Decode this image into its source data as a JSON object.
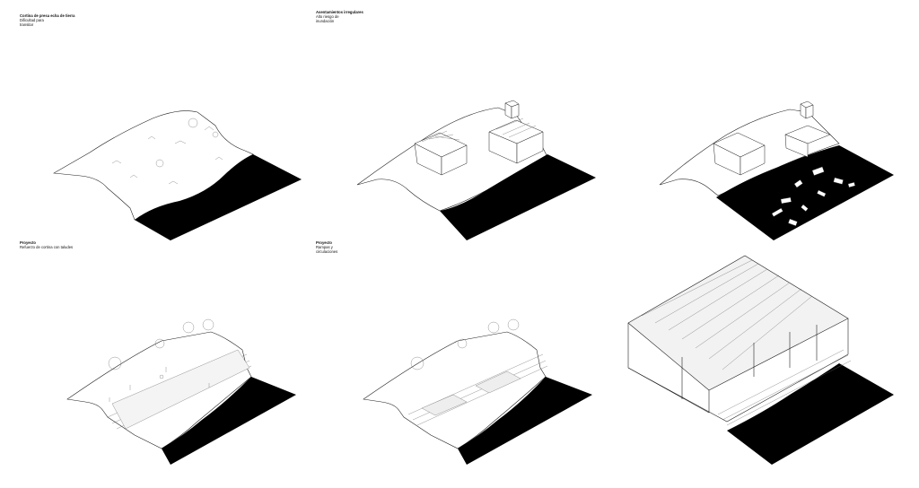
{
  "panels": [
    {
      "title": "Cortina de presa echa de tierra",
      "subtitle": "Dificultad para\ntransitar"
    },
    {
      "title": "Asentamientos irregulares",
      "subtitle": "Alto riesgo de\ninundación"
    },
    {
      "title": "",
      "subtitle": ""
    },
    {
      "title": "Proyecto",
      "subtitle": "Refuerzo de cortina con taludes"
    },
    {
      "title": "Proyecto",
      "subtitle": "Rampas y\ncirculaciones"
    },
    {
      "title": "",
      "subtitle": ""
    }
  ],
  "colors": {
    "water": "#000000",
    "line": "#222222",
    "background": "#ffffff"
  }
}
